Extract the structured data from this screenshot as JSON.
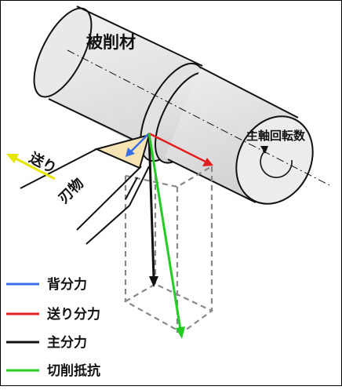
{
  "labels": {
    "workpiece": "被削材",
    "spindle": "主軸回転数",
    "feed": "送り",
    "tool": "刃物"
  },
  "legend": [
    {
      "text": "背分力",
      "color": "#3a6fe8"
    },
    {
      "text": "送り分力",
      "color": "#e02020"
    },
    {
      "text": "主分力",
      "color": "#111111"
    },
    {
      "text": "切削抵抗",
      "color": "#22cc22"
    }
  ],
  "colors": {
    "feed_arrow": "#e6e600",
    "tool_tip": "#f5e3b3",
    "cylinder_stroke": "#111111",
    "cylinder_fill": "#e6e6e6"
  }
}
